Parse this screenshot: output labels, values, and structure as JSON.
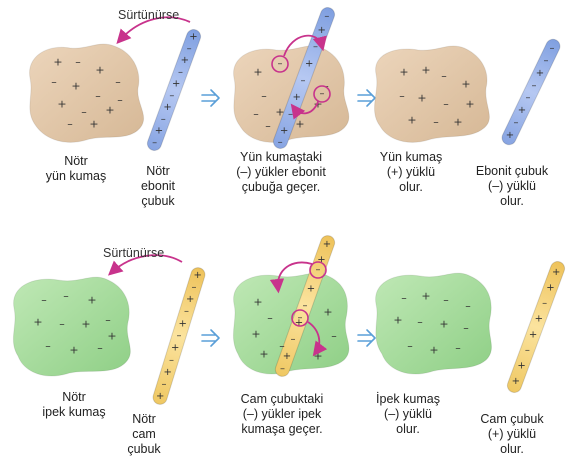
{
  "colors": {
    "wool": "#e2c6a8",
    "silk": "#a9dca0",
    "ebonite": "#9db4e6",
    "glass": "#f5d276",
    "arrow_magenta": "#c8338c",
    "process_arrow": "#5a9fd8"
  },
  "row1": {
    "friction_label": "Sürtünürse",
    "captions": {
      "neutral_cloth": [
        "Nötr",
        "yün kumaş"
      ],
      "neutral_rod": [
        "Nötr",
        "ebonit",
        "çubuk"
      ],
      "transfer": [
        "Yün kumaştaki",
        "(–) yükler ebonit",
        "çubuğa geçer."
      ],
      "cloth_result": [
        "Yün kumaş",
        "(+) yüklü",
        "olur."
      ],
      "rod_result": [
        "Ebonit çubuk",
        "(–) yüklü",
        "olur."
      ]
    }
  },
  "row2": {
    "friction_label": "Sürtünürse",
    "captions": {
      "neutral_cloth": [
        "Nötr",
        "ipek kumaş"
      ],
      "neutral_rod": [
        "Nötr",
        "cam",
        "çubuk"
      ],
      "transfer": [
        "Cam çubuktaki",
        "(–) yükler ipek",
        "kumaşa geçer."
      ],
      "cloth_result": [
        "İpek kumaş",
        "(–) yüklü",
        "olur."
      ],
      "rod_result": [
        "Cam çubuk",
        "(+) yüklü",
        "olur."
      ]
    }
  },
  "symbols": {
    "plus": "+",
    "minus": "–"
  },
  "process_arrow_icon": "double-arrow-right-icon"
}
